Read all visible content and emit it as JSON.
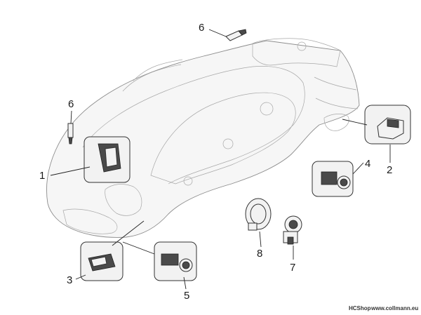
{
  "callouts": {
    "c1": "1",
    "c2": "2",
    "c3": "3",
    "c4": "4",
    "c5": "5",
    "c6a": "6",
    "c6b": "6",
    "c7": "7",
    "c8": "8"
  },
  "watermark": {
    "brand": "HCShop",
    "url": "www.collmann.eu"
  },
  "colors": {
    "line": "#222222",
    "body_stroke": "#8c8c8c",
    "part_fill": "#f2f2f2"
  }
}
